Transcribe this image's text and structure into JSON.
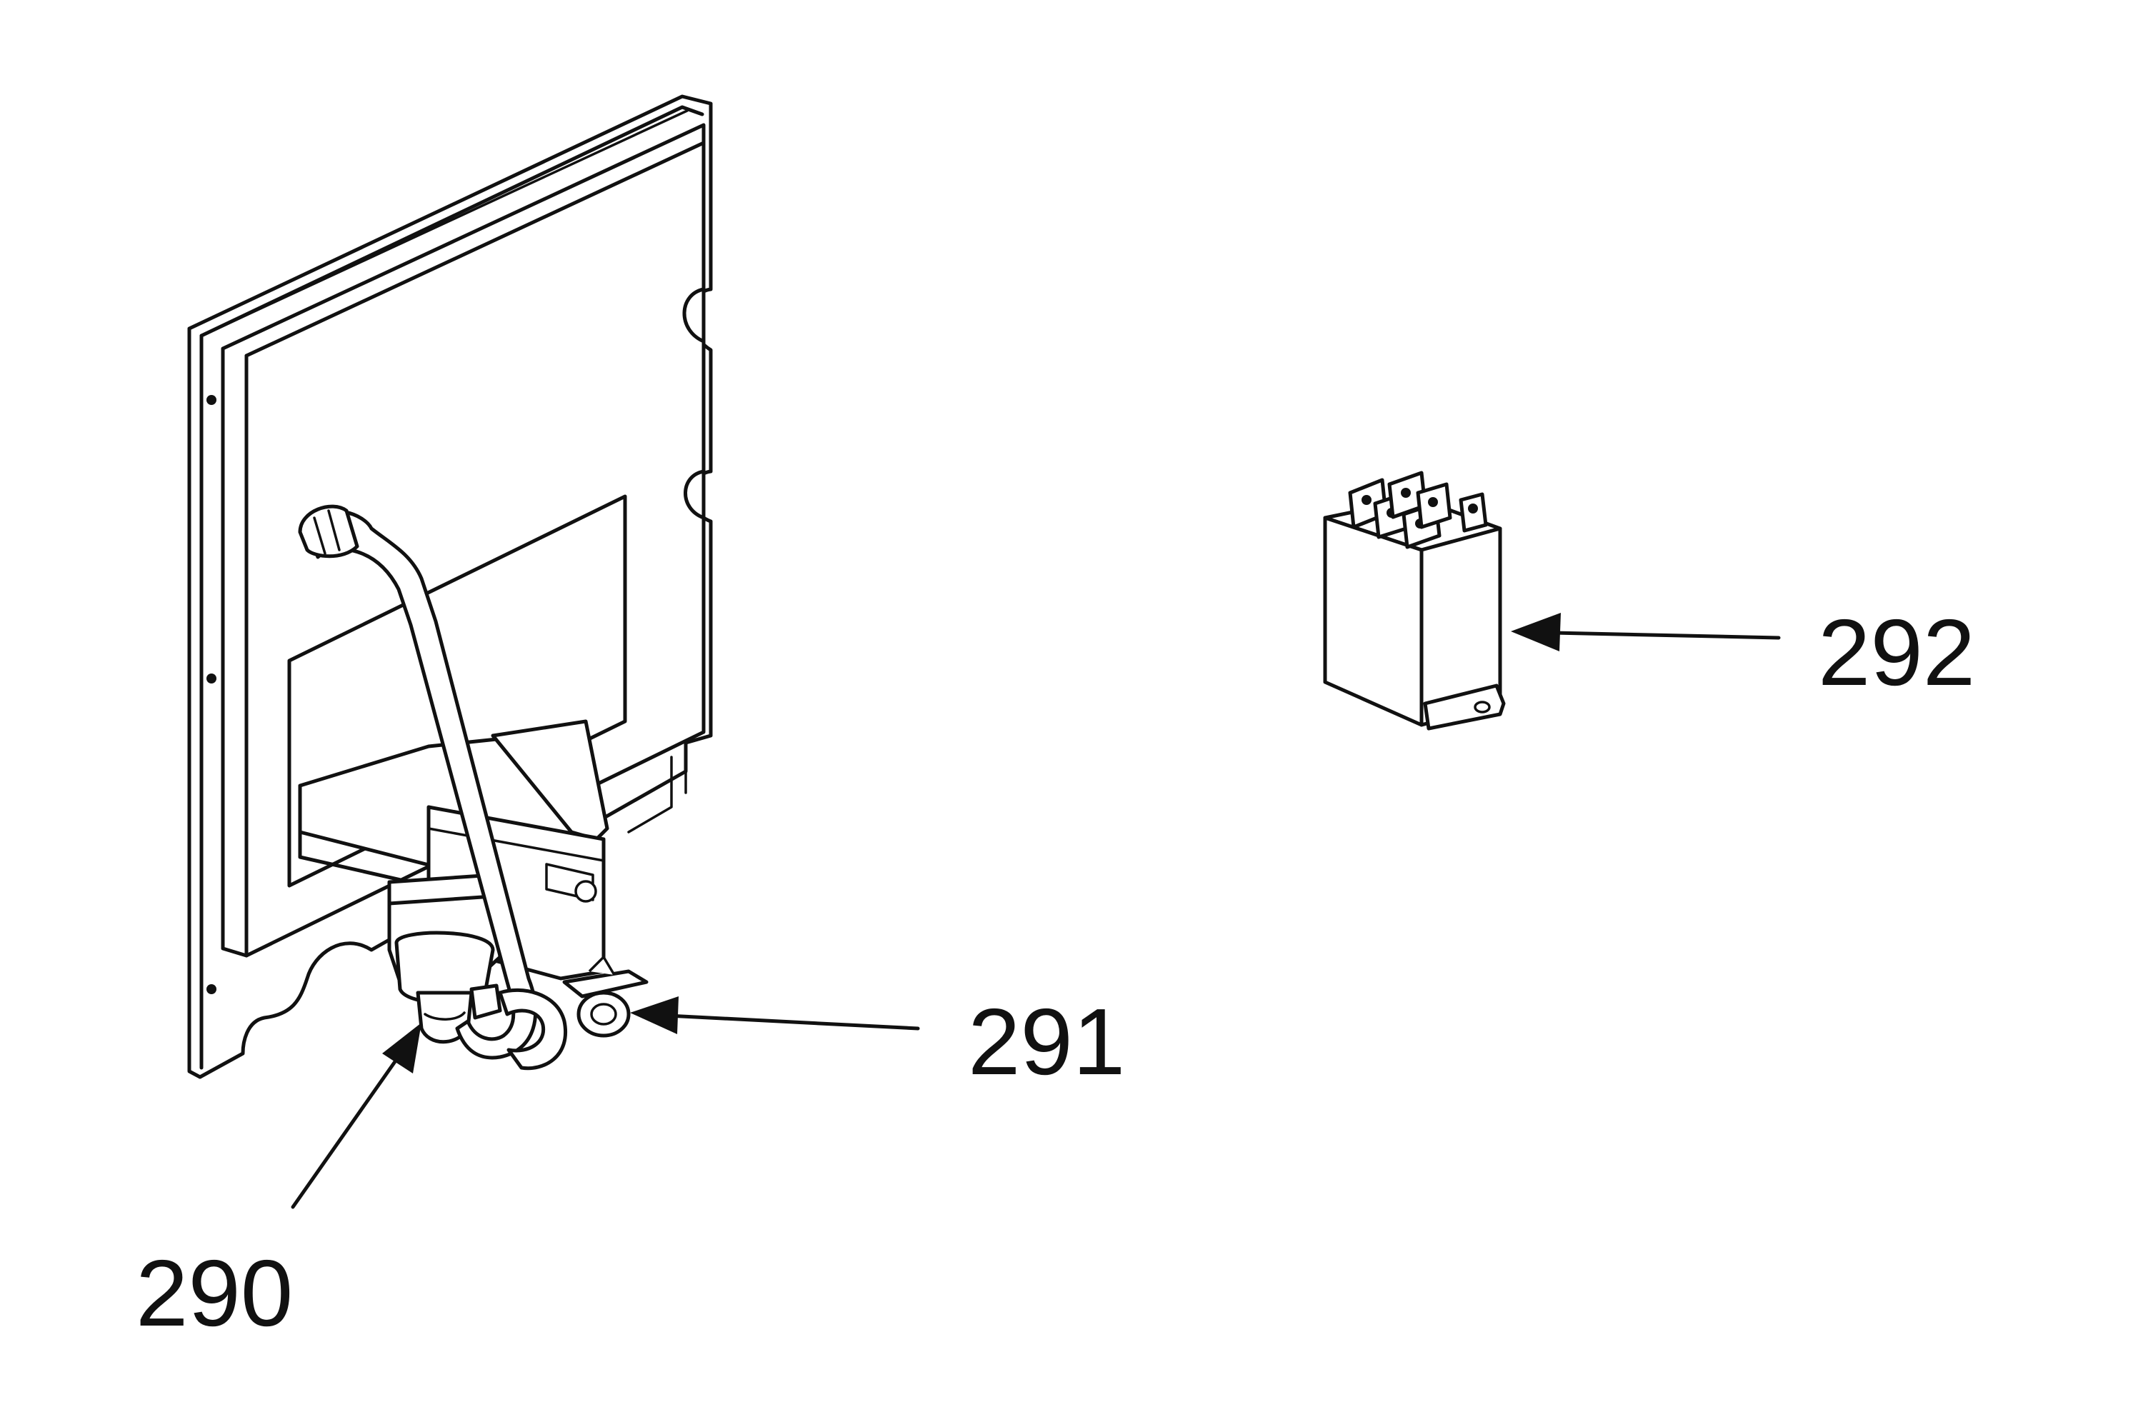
{
  "callouts": {
    "pump": "290",
    "hose_clamp": "291",
    "relay": "292"
  },
  "colors": {
    "line": "#111111",
    "background": "#ffffff"
  }
}
